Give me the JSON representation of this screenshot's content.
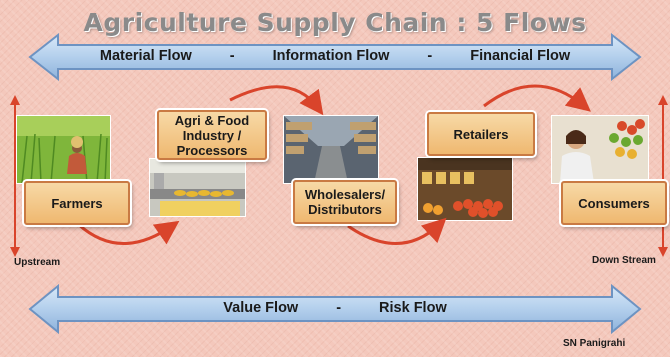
{
  "title": "Agriculture Supply Chain : 5 Flows",
  "top_banner": {
    "items": [
      "Material Flow",
      "Information Flow",
      "Financial Flow"
    ],
    "separator": "-"
  },
  "bottom_banner": {
    "items": [
      "Value Flow",
      "Risk Flow"
    ],
    "separator": "-"
  },
  "nodes": {
    "farmers": "Farmers",
    "processors_line1": "Agri & Food",
    "processors_line2": "Industry /",
    "processors_line3": "Processors",
    "wholesalers_line1": "Wholesalers/",
    "wholesalers_line2": "Distributors",
    "retailers": "Retailers",
    "consumers": "Consumers"
  },
  "labels": {
    "upstream": "Upstream",
    "downstream": "Down Stream",
    "author": "SN Panigrahi"
  },
  "colors": {
    "banner_fill": "#b9d4ee",
    "banner_stroke": "#6d93c2",
    "flow_arrow": "#d9442b",
    "box_fill": "#f3c98c",
    "box_border": "#c97a43"
  }
}
